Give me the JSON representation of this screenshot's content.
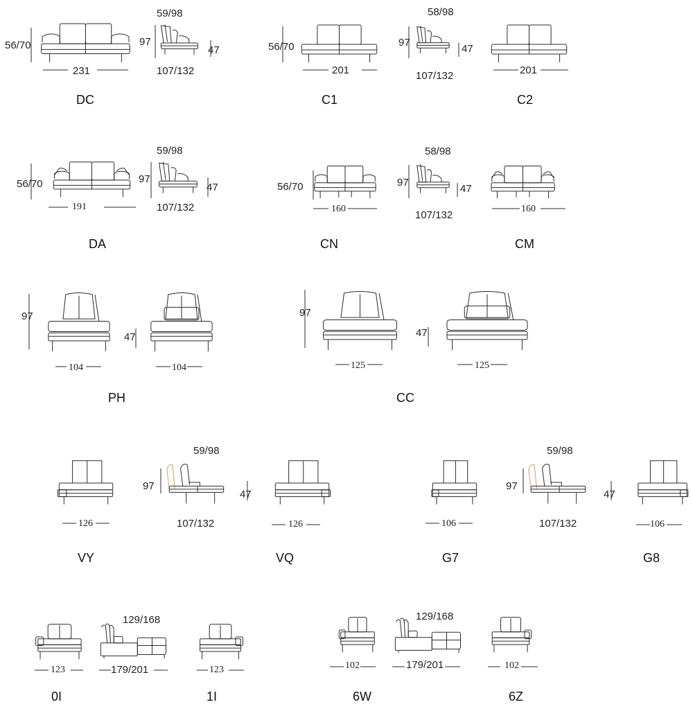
{
  "rows": [
    {
      "codes": [
        "DC",
        "C1",
        "C2"
      ],
      "dims": [
        "56/70",
        "231",
        "59/98",
        "97",
        "47",
        "107/132",
        "56/70",
        "201",
        "58/98",
        "97",
        "47",
        "107/132",
        "201"
      ]
    },
    {
      "codes": [
        "DA",
        "CN",
        "CM"
      ],
      "dims": [
        "56/70",
        "191",
        "59/98",
        "97",
        "47",
        "107/132",
        "56/70",
        "160",
        "58/98",
        "97",
        "47",
        "107/132",
        "160"
      ]
    },
    {
      "codes": [
        "PH",
        "CC"
      ],
      "dims": [
        "97",
        "104",
        "47",
        "104",
        "97",
        "125",
        "47",
        "125"
      ]
    },
    {
      "codes": [
        "VY",
        "VQ",
        "G7",
        "G8"
      ],
      "dims": [
        "126",
        "59/98",
        "97",
        "47",
        "107/132",
        "126",
        "106",
        "59/98",
        "97",
        "47",
        "107/132",
        "106"
      ]
    },
    {
      "codes": [
        "0I",
        "1I",
        "6W",
        "6Z"
      ],
      "dims": [
        "123",
        "129/168",
        "179/201",
        "123",
        "102",
        "129/168",
        "179/201",
        "102"
      ]
    }
  ]
}
